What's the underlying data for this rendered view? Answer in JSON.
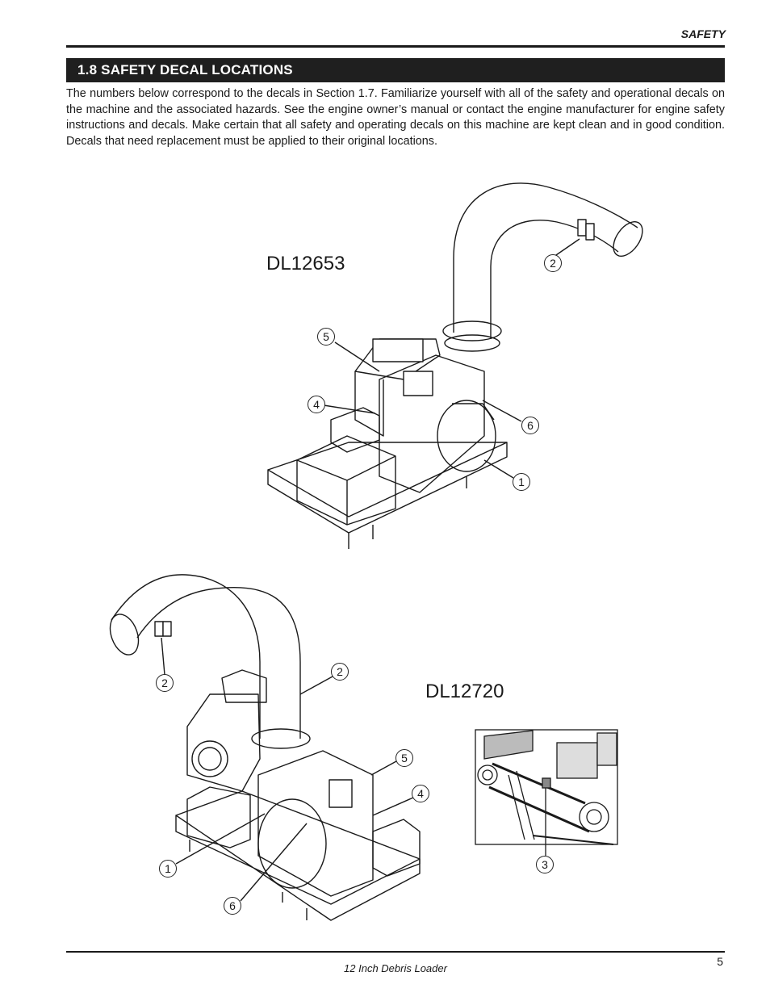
{
  "header": {
    "section_name": "SAFETY"
  },
  "section": {
    "title": "1.8  SAFETY DECAL LOCATIONS"
  },
  "intro_text": "The numbers below correspond to the decals in Section 1.7.  Familiarize yourself with all of the safety and operational decals on the machine and the associated hazards.  See the engine owner’s manual or contact the engine manufacturer for engine safety instructions and decals.  Make certain that all safety and operating decals on this machine are kept clean and in good condition. Decals that need replacement must be applied to their original locations.",
  "figure_top": {
    "model": "DL12653",
    "callouts": {
      "c1": "1",
      "c2": "2",
      "c4": "4",
      "c5": "5",
      "c6": "6"
    }
  },
  "figure_bottom": {
    "model": "DL12720",
    "callouts": {
      "c1": "1",
      "c2a": "2",
      "c2b": "2",
      "c4": "4",
      "c5": "5",
      "c6": "6"
    }
  },
  "figure_detail": {
    "callouts": {
      "c3": "3"
    }
  },
  "footer": {
    "title": "12 Inch Debris Loader",
    "page_number": "5"
  }
}
